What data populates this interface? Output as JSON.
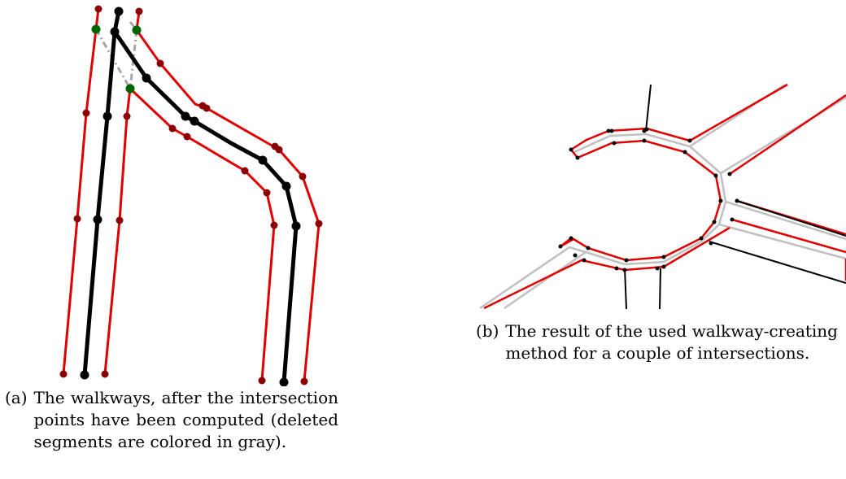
{
  "figure_a": {
    "caption_tag": "(a)",
    "caption_text": "The walkways, after the intersection points have been computed (deleted segments are colored in gray)."
  },
  "figure_b": {
    "caption_tag": "(b)",
    "caption_text": "The result of the used walkway-creating method for a couple of intersections."
  },
  "colors": {
    "walkway_edge": "#e00000",
    "walkway_vertex": "#8b0000",
    "centerline": "#000000",
    "intersection_point": "#006400",
    "deleted_segment": "#a8a8a8",
    "road_outline": "#c0c0c0"
  }
}
